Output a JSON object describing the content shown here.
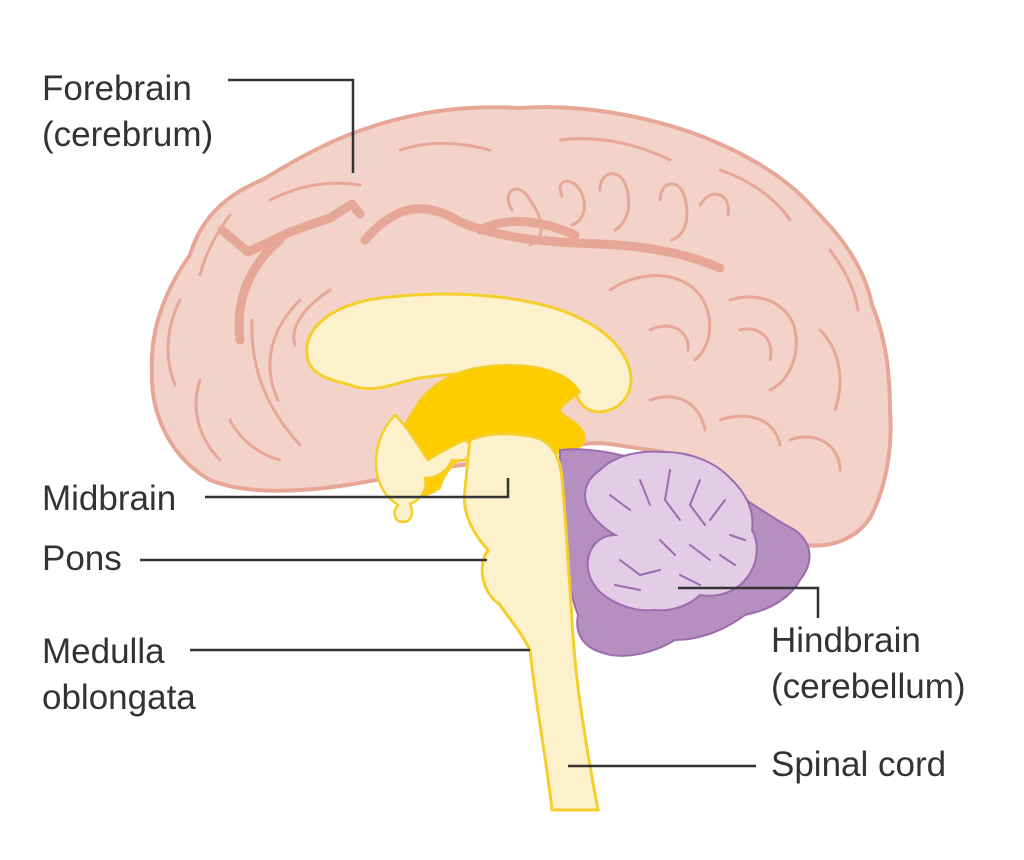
{
  "labels": {
    "forebrain": {
      "line1": "Forebrain",
      "line2": "(cerebrum)"
    },
    "midbrain": "Midbrain",
    "pons": "Pons",
    "medulla": {
      "line1": "Medulla",
      "line2": "oblongata"
    },
    "hindbrain": {
      "line1": "Hindbrain",
      "line2": "(cerebellum)"
    },
    "spinal_cord": "Spinal cord"
  },
  "colors": {
    "cerebrum_fill": "#F3D3C9",
    "cerebrum_outline": "#E7A796",
    "brainstem_fill": "#FDF1CB",
    "brainstem_outline": "#F4CF2B",
    "thalamus_fill": "#FFCC00",
    "cerebellum_dark": "#B48FC0",
    "cerebellum_light": "#E2CCE6",
    "cerebellum_outline": "#9C6CAE",
    "label_text": "#333333"
  }
}
